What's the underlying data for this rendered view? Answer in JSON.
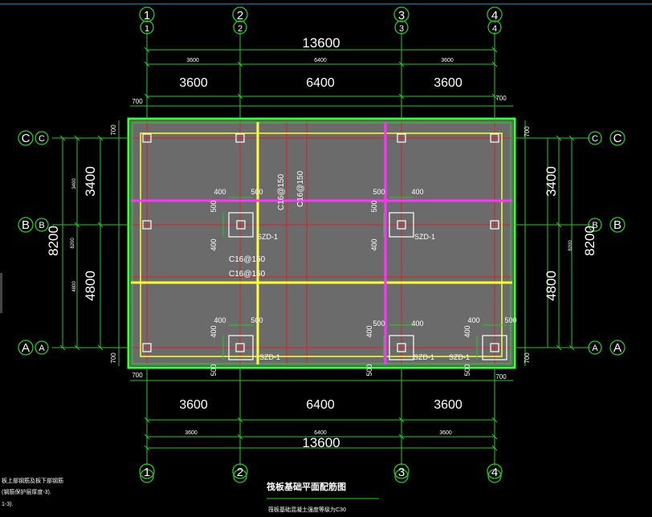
{
  "grid": {
    "cols": [
      "1",
      "2",
      "3",
      "4"
    ],
    "rows": [
      "C",
      "B",
      "A"
    ]
  },
  "dims": {
    "total_width": "13600",
    "span_1": "3600",
    "span_2": "6400",
    "span_3": "3600",
    "overhang": "700",
    "total_depth": "8200",
    "span_cb": "3400",
    "span_ba": "4800",
    "pad_400": "400",
    "pad_500": "500"
  },
  "labels": {
    "footing": "SZD-1",
    "rebar_v1": "C16@150",
    "rebar_v2": "C16@150",
    "rebar_h1": "C16@150",
    "rebar_h2": "C16@150",
    "drawing_title": "筏板基础平面配筋图",
    "drawing_note": "筏板基础混凝土强度等级为C30",
    "note_line1": "板上部钢筋及板下部钢筋",
    "note_line2": "(钢筋保护层厚度-3).",
    "note_line3": "1-3)."
  },
  "colors": {
    "cad_green": "#22cc22",
    "slab_outline": "#3cff3c",
    "slab_fill": "#6b6b6b",
    "axis_red": "#dd2222",
    "beam_yellow": "#ffff33",
    "beam_magenta": "#ff33ff",
    "column_white": "#ffffff",
    "text_white": "#ffffff"
  }
}
